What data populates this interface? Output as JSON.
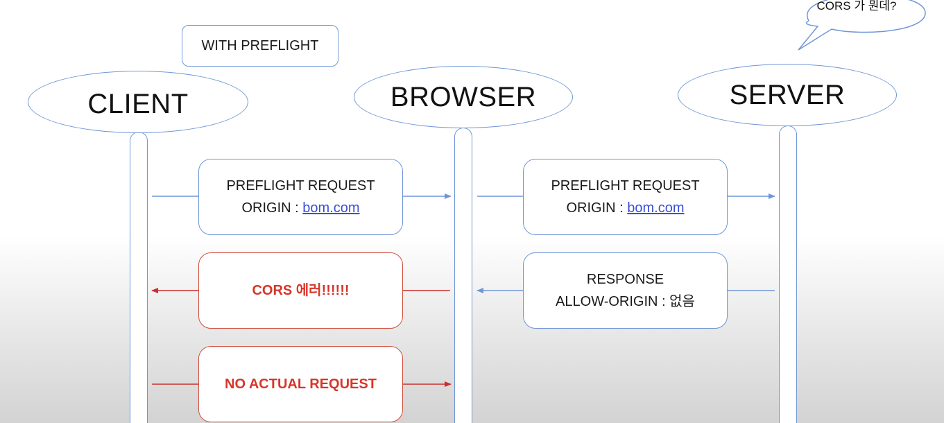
{
  "tag": {
    "label": "WITH PREFLIGHT"
  },
  "speech_bubble": {
    "text": "CORS 가 뭔데?"
  },
  "actors": {
    "client": "CLIENT",
    "browser": "BROWSER",
    "server": "SERVER"
  },
  "messages": {
    "client_preflight": {
      "line1": "PREFLIGHT REQUEST",
      "line2_prefix": "ORIGIN : ",
      "line2_link": "bom.com"
    },
    "browser_preflight": {
      "line1": "PREFLIGHT REQUEST",
      "line2_prefix": "ORIGIN : ",
      "line2_link": "bom.com"
    },
    "server_response": {
      "line1": "RESPONSE",
      "line2": "ALLOW-ORIGIN : 없음"
    },
    "cors_error": {
      "text": "CORS 에러!!!!!!"
    },
    "no_actual_request": {
      "text": "NO ACTUAL REQUEST"
    }
  },
  "colors": {
    "blue_stroke": "#6f96d6",
    "red_stroke": "#d0503e",
    "red_text": "#d8352a",
    "link": "#3a4fd8"
  }
}
